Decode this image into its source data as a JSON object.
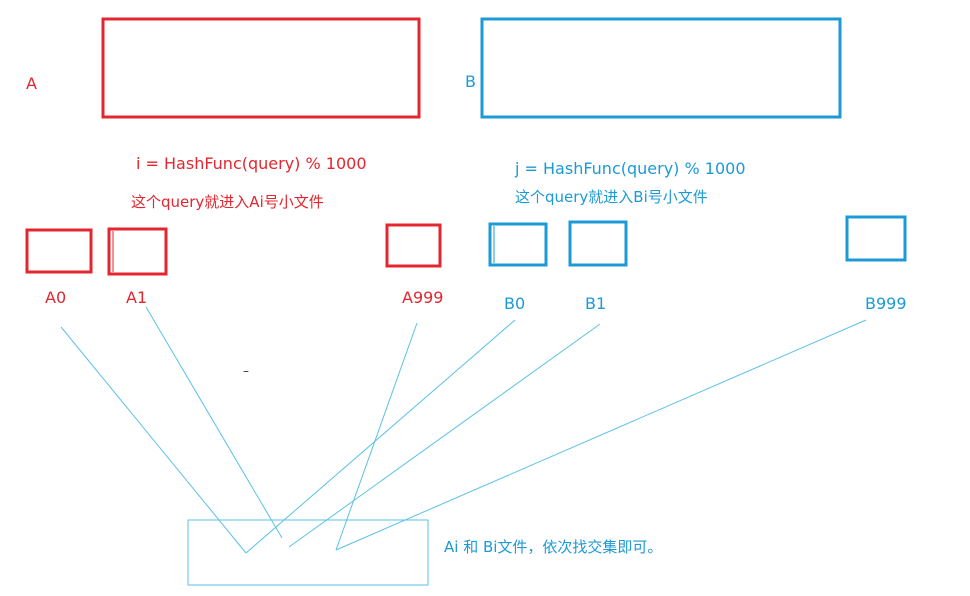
{
  "colors": {
    "red": "#e3262f",
    "blue": "#1c9ad6",
    "thin_blue": "#5bc1e6"
  },
  "file_a": {
    "label": "A"
  },
  "file_b": {
    "label": "B"
  },
  "formula_a": {
    "expression": "i = HashFunc(query) % 1000",
    "note": "这个query就进入Ai号小文件"
  },
  "formula_b": {
    "expression": "j = HashFunc(query) % 1000",
    "note": "这个query就进入Bi号小文件"
  },
  "small_files_a": [
    "A0",
    "A1",
    "A999"
  ],
  "small_files_b": [
    "B0",
    "B1",
    "B999"
  ],
  "stray_mark": "–",
  "result_note": "Ai 和 Bi文件，依次找交集即可。"
}
